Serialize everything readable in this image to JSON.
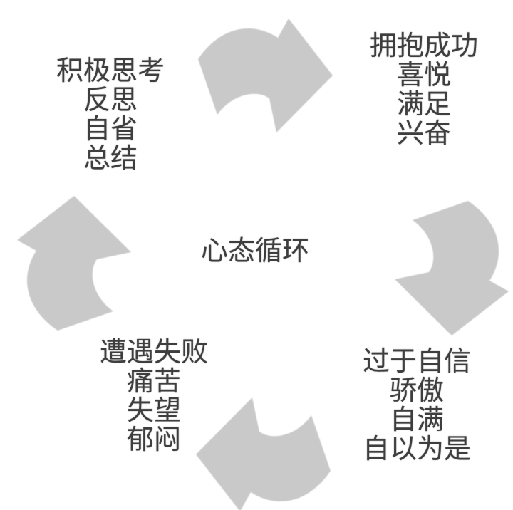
{
  "diagram": {
    "center_label": "心态循环",
    "nodes": [
      {
        "name": "positive-thinking",
        "lines": [
          "积极思考",
          "反思",
          "自省",
          "总结"
        ]
      },
      {
        "name": "embrace-success",
        "lines": [
          "拥抱成功",
          "喜悦",
          "满足",
          "兴奋"
        ]
      },
      {
        "name": "overconfidence",
        "lines": [
          "过于自信",
          "骄傲",
          "自满",
          "自以为是"
        ]
      },
      {
        "name": "encounter-failure",
        "lines": [
          "遭遇失败",
          "痛苦",
          "失望",
          "郁闷"
        ]
      }
    ],
    "arrows": [
      {
        "name": "arrow-top-icon",
        "direction": "right"
      },
      {
        "name": "arrow-right-icon",
        "direction": "down"
      },
      {
        "name": "arrow-bottom-icon",
        "direction": "left"
      },
      {
        "name": "arrow-left-icon",
        "direction": "up"
      }
    ],
    "colors": {
      "arrow": "#c9c9c9",
      "text": "#3e3e3e",
      "background": "#ffffff"
    }
  }
}
